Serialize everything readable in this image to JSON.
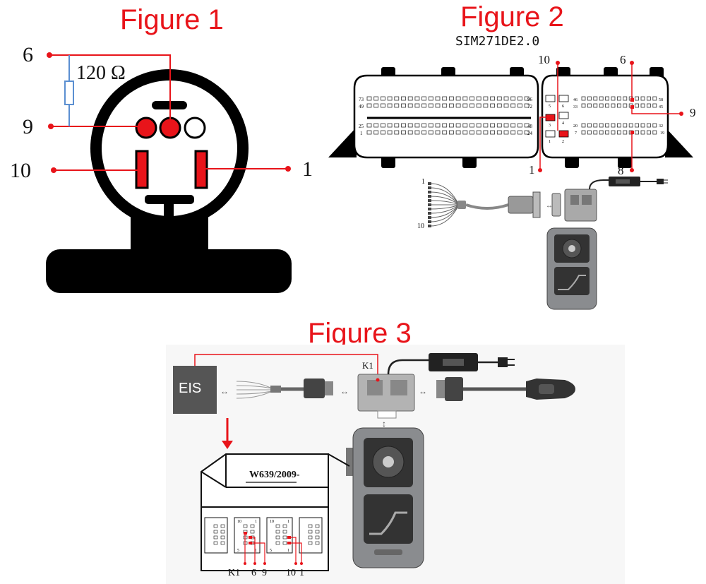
{
  "figure1": {
    "title": "Figure 1",
    "resistor_label": "120 Ω",
    "pin_labels": {
      "p6": "6",
      "p9": "9",
      "p10": "10",
      "p1": "1"
    }
  },
  "figure2": {
    "title": "Figure 2",
    "subtitle": "SIM271DE2.0",
    "pin_labels": {
      "p10": "10",
      "p6": "6",
      "p9": "9",
      "p1": "1",
      "p8": "8"
    },
    "connector_left_numbers": {
      "tl": "73",
      "tl2": "49",
      "tr": "96",
      "tr2": "72",
      "bl": "25",
      "bl2": "1",
      "br": "48",
      "br2": "24"
    },
    "connector_right_numbers": {
      "a": "46",
      "b": "33",
      "c": "20",
      "d": "7",
      "e": "58",
      "f": "45",
      "g": "32",
      "h": "19"
    },
    "block_numbers": {
      "b5": "5",
      "b6": "6",
      "b3": "3",
      "b4": "4",
      "b1": "1",
      "b2": "2"
    },
    "cable_numbers": {
      "top": "1",
      "bottom": "10"
    }
  },
  "figure3": {
    "title": "Figure 3",
    "eis_label": "EIS",
    "k1_label": "K1",
    "module_label": "W639/2009-",
    "bottom_labels": {
      "k1": "K1",
      "p6": "6",
      "p9": "9",
      "p10": "10",
      "p1": "1"
    },
    "small_connector_numbers": {
      "n10a": "10",
      "n1a": "1",
      "n5a": "5",
      "n1b": "1",
      "n10b": "10",
      "n1c": "1",
      "n5b": "5",
      "n1d": "1"
    }
  },
  "colors": {
    "accent_red": "#e8141a",
    "black": "#111111",
    "resistor_blue": "#5b8fd1",
    "device_gray": "#8a8c8f"
  }
}
